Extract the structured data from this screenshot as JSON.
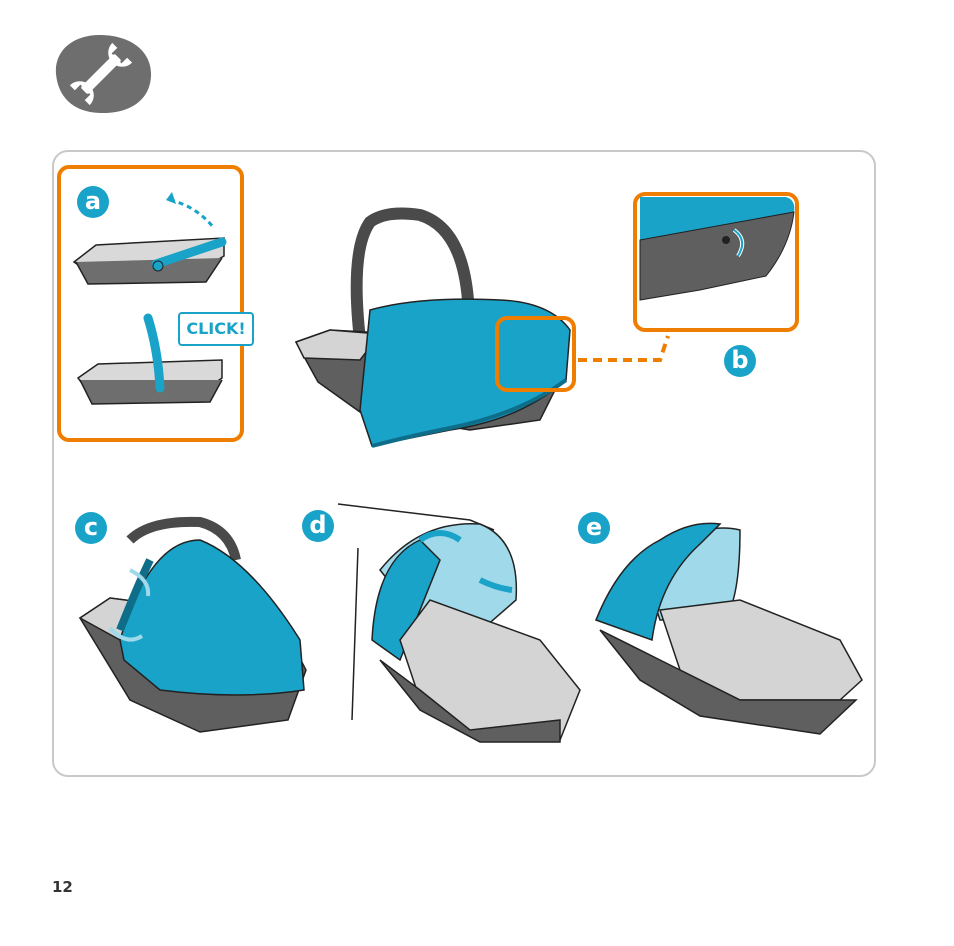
{
  "steps": {
    "a": "a",
    "b": "b",
    "c": "c",
    "d": "d",
    "e": "e"
  },
  "callout": {
    "click_text": "CLICK!"
  },
  "page": {
    "number": "12"
  },
  "icons": {
    "header": "wrench-icon",
    "arrows": "rotate-arrow-icon"
  },
  "colors": {
    "accent_blue": "#1aa3c9",
    "highlight_orange": "#ef7d00",
    "shell_gray": "#5f5f5f",
    "badge_gray": "#6e6e6e"
  }
}
